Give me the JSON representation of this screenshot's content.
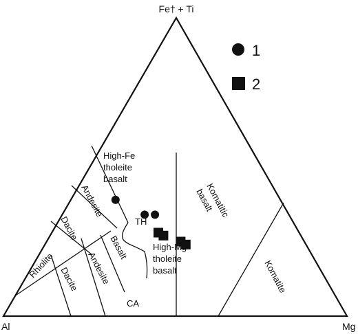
{
  "chart_data": {
    "type": "ternary-scatter",
    "vertices": {
      "top": "Fe† + Ti",
      "left": "Al",
      "right": "Mg"
    },
    "legend": [
      {
        "label": "1",
        "marker": "circle"
      },
      {
        "label": "2",
        "marker": "square"
      }
    ],
    "regions": [
      {
        "key": "high_fe",
        "lines": [
          "High-Fe",
          "tholeite",
          "basalt"
        ]
      },
      {
        "key": "andesite_th",
        "lines": [
          "Andesite"
        ]
      },
      {
        "key": "dacite_th",
        "lines": [
          "Dacite"
        ]
      },
      {
        "key": "rhyolite",
        "lines": [
          "Rhiolite"
        ]
      },
      {
        "key": "dacite_ca",
        "lines": [
          "Dacite"
        ]
      },
      {
        "key": "andesite_ca",
        "lines": [
          "Andesite"
        ]
      },
      {
        "key": "basalt_ca",
        "lines": [
          "Basalt"
        ]
      },
      {
        "key": "th",
        "lines": [
          "TH"
        ]
      },
      {
        "key": "high_mg",
        "lines": [
          "High-Mg",
          "tholeite",
          "basalt"
        ]
      },
      {
        "key": "ca",
        "lines": [
          "CA"
        ]
      },
      {
        "key": "komatitic",
        "lines": [
          "Komatitic",
          "basalt"
        ]
      },
      {
        "key": "komatite",
        "lines": [
          "Komatite"
        ]
      }
    ],
    "series": [
      {
        "name": "1",
        "marker": "circle",
        "points": [
          {
            "fe_ti": 0.39,
            "al": 0.48,
            "mg": 0.13
          },
          {
            "fe_ti": 0.34,
            "al": 0.42,
            "mg": 0.24
          },
          {
            "fe_ti": 0.34,
            "al": 0.39,
            "mg": 0.27
          }
        ]
      },
      {
        "name": "2",
        "marker": "square",
        "points": [
          {
            "fe_ti": 0.28,
            "al": 0.41,
            "mg": 0.31
          },
          {
            "fe_ti": 0.27,
            "al": 0.4,
            "mg": 0.33
          },
          {
            "fe_ti": 0.25,
            "al": 0.36,
            "mg": 0.39
          },
          {
            "fe_ti": 0.24,
            "al": 0.35,
            "mg": 0.41
          }
        ]
      }
    ]
  }
}
